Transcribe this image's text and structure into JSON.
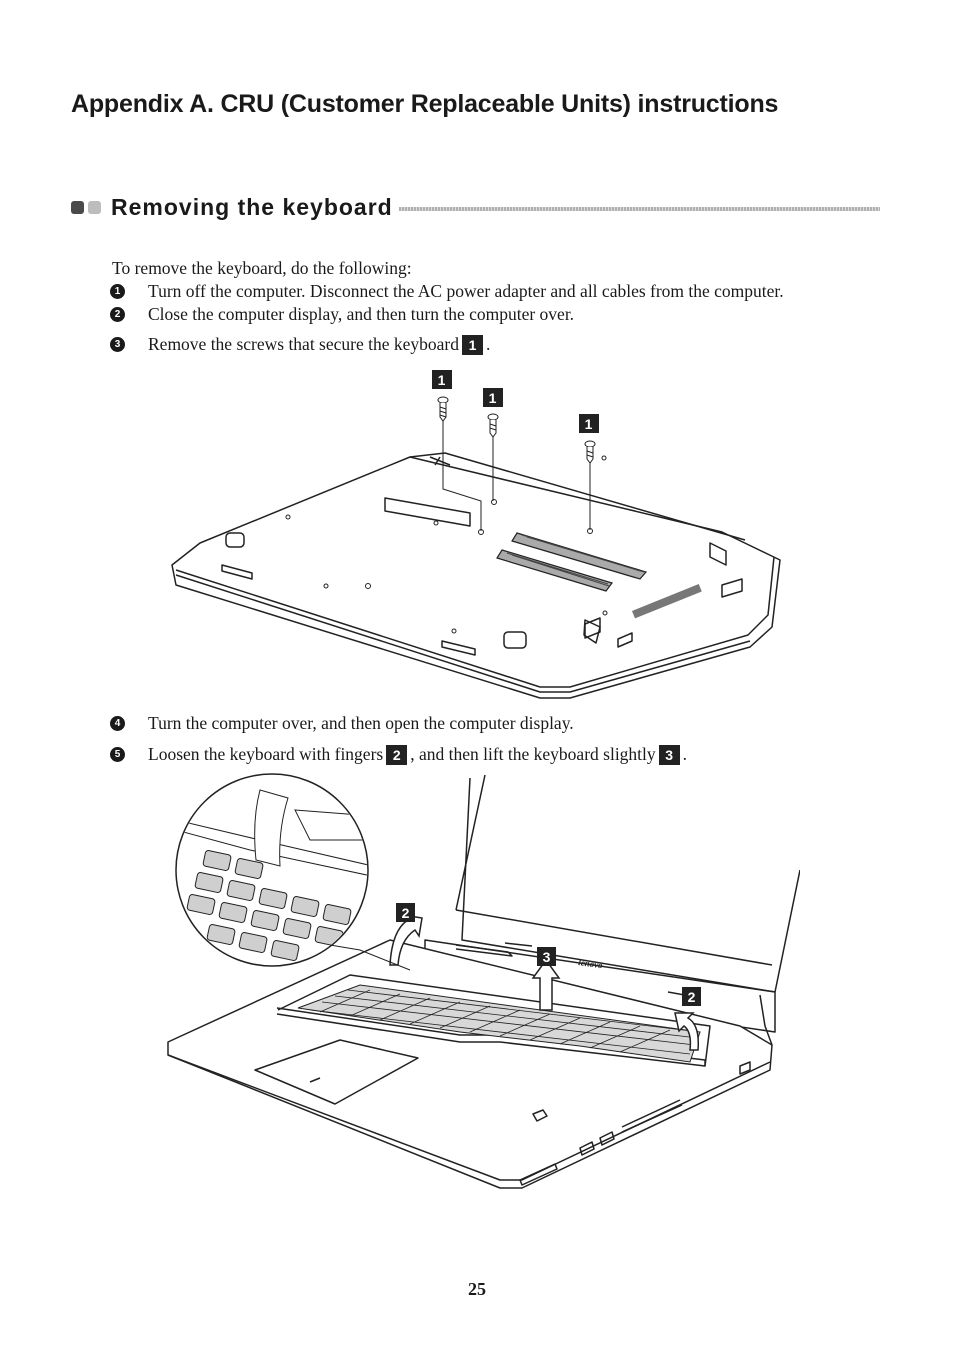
{
  "appendix_title": "Appendix A. CRU (Customer Replaceable Units) instructions",
  "section_title": "Removing the keyboard",
  "intro": "To remove the keyboard, do the following:",
  "steps": [
    {
      "num": "1",
      "text": "Turn off the computer. Disconnect the AC power adapter and all cables from the computer."
    },
    {
      "num": "2",
      "text": "Close the computer display, and then turn the computer over."
    },
    {
      "num": "3",
      "text_a": "Remove the screws that secure the keyboard",
      "callout": "1",
      "text_b": "."
    },
    {
      "num": "4",
      "text": "Turn the computer over, and then open the computer display."
    },
    {
      "num": "5",
      "text_a": "Loosen the keyboard with fingers",
      "callout_a": "2",
      "text_b": ", and then lift the keyboard slightly",
      "callout_b": "3",
      "text_c": "."
    }
  ],
  "figure_1": {
    "callouts": [
      "1",
      "1",
      "1"
    ]
  },
  "figure_2": {
    "brand": "lenovo",
    "callouts": [
      "2",
      "3",
      "2"
    ]
  },
  "page_number": "25"
}
